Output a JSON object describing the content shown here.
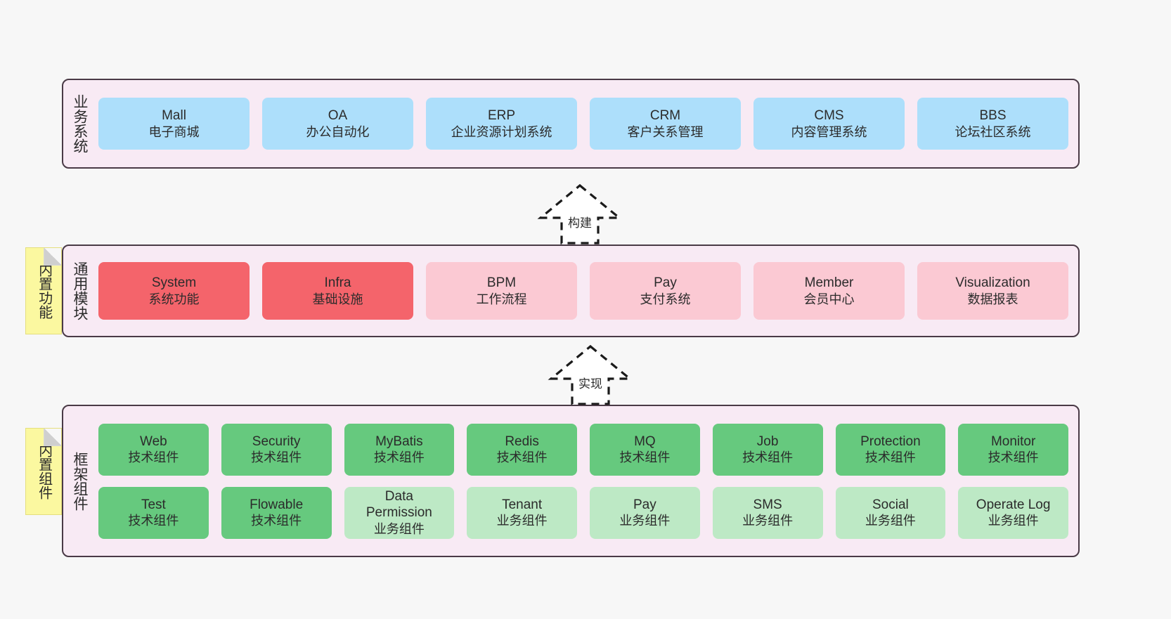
{
  "diagram": {
    "title_hint": "framework layered architecture",
    "colors": {
      "panel_bg": "#f8eaf4",
      "panel_border": "#4a3a46",
      "business": "#addffb",
      "module_core": "#f4646b",
      "module_optional": "#fbc9d3",
      "component_tech": "#66c97e",
      "component_business": "#bde9c5",
      "note": "#fbf8a0",
      "canvas": "#f7f7f7"
    }
  },
  "layers": {
    "business": {
      "label": "业务系统",
      "rows": [
        [
          {
            "name": "Mall",
            "desc": "电子商城"
          },
          {
            "name": "OA",
            "desc": "办公自动化"
          },
          {
            "name": "ERP",
            "desc": "企业资源计划系统"
          },
          {
            "name": "CRM",
            "desc": "客户关系管理"
          },
          {
            "name": "CMS",
            "desc": "内容管理系统"
          },
          {
            "name": "BBS",
            "desc": "论坛社区系统"
          }
        ]
      ]
    },
    "modules": {
      "label": "通用模块",
      "rows": [
        [
          {
            "name": "System",
            "desc": "系统功能",
            "variant": "core"
          },
          {
            "name": "Infra",
            "desc": "基础设施",
            "variant": "core"
          },
          {
            "name": "BPM",
            "desc": "工作流程",
            "variant": "optional"
          },
          {
            "name": "Pay",
            "desc": "支付系统",
            "variant": "optional"
          },
          {
            "name": "Member",
            "desc": "会员中心",
            "variant": "optional"
          },
          {
            "name": "Visualization",
            "desc": "数据报表",
            "variant": "optional"
          }
        ]
      ]
    },
    "framework": {
      "label": "框架组件",
      "rows": [
        [
          {
            "name": "Web",
            "desc": "技术组件",
            "variant": "tech"
          },
          {
            "name": "Security",
            "desc": "技术组件",
            "variant": "tech"
          },
          {
            "name": "MyBatis",
            "desc": "技术组件",
            "variant": "tech"
          },
          {
            "name": "Redis",
            "desc": "技术组件",
            "variant": "tech"
          },
          {
            "name": "MQ",
            "desc": "技术组件",
            "variant": "tech"
          },
          {
            "name": "Job",
            "desc": "技术组件",
            "variant": "tech"
          },
          {
            "name": "Protection",
            "desc": "技术组件",
            "variant": "tech"
          },
          {
            "name": "Monitor",
            "desc": "技术组件",
            "variant": "tech"
          }
        ],
        [
          {
            "name": "Test",
            "desc": "技术组件",
            "variant": "tech"
          },
          {
            "name": "Flowable",
            "desc": "技术组件",
            "variant": "tech"
          },
          {
            "name": "Data",
            "name2": "Permission",
            "desc": "业务组件",
            "variant": "business"
          },
          {
            "name": "Tenant",
            "desc": "业务组件",
            "variant": "business"
          },
          {
            "name": "Pay",
            "desc": "业务组件",
            "variant": "business"
          },
          {
            "name": "SMS",
            "desc": "业务组件",
            "variant": "business"
          },
          {
            "name": "Social",
            "desc": "业务组件",
            "variant": "business"
          },
          {
            "name": "Operate Log",
            "desc": "业务组件",
            "variant": "business"
          }
        ]
      ]
    }
  },
  "notes": [
    {
      "id": "builtin-features",
      "label": "内置功能"
    },
    {
      "id": "builtin-components",
      "label": "内置组件"
    }
  ],
  "arrows": [
    {
      "id": "build",
      "label": "构建"
    },
    {
      "id": "realize",
      "label": "实现"
    }
  ]
}
